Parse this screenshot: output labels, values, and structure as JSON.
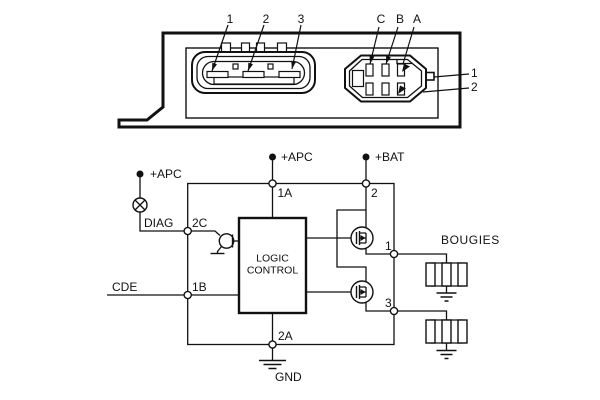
{
  "colors": {
    "ink": "#111111",
    "bg": "#ffffff"
  },
  "connector_view": {
    "large_connector_pins": [
      "1",
      "2",
      "3"
    ],
    "small_connector_pins": [
      "C",
      "B",
      "A"
    ],
    "small_connector_side_pins": [
      "1",
      "2"
    ]
  },
  "schematic": {
    "power_labels": {
      "apc_left": "+APC",
      "apc_center": "+APC",
      "bat": "+BAT"
    },
    "signal_labels": {
      "diag": "DIAG",
      "cde": "CDE",
      "gnd": "GND",
      "loads": "BOUGIES"
    },
    "pin_labels": {
      "p1a": "1A",
      "p2": "2",
      "p2c": "2C",
      "p1b": "1B",
      "p2a": "2A",
      "p1": "1",
      "p3": "3"
    },
    "logic_block": [
      "LOGIC",
      "CONTROL"
    ]
  }
}
